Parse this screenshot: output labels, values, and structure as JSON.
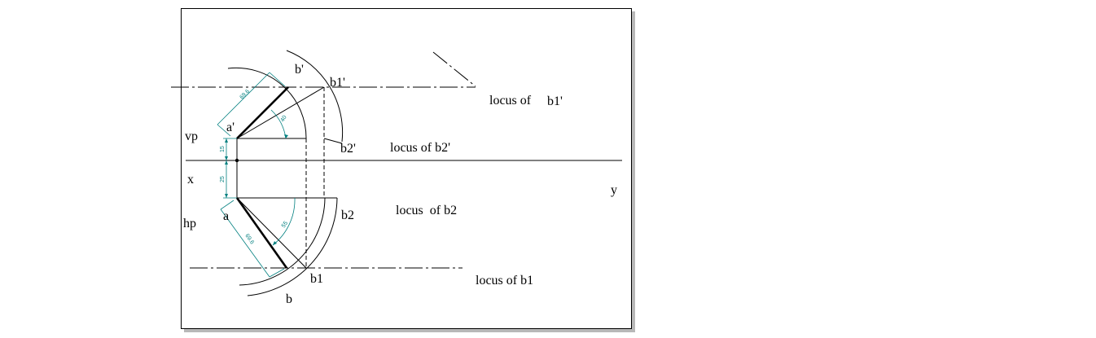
{
  "labels": {
    "b_prime": "b'",
    "b1_prime": "b1'",
    "a_prime": "a'",
    "b2_prime": "b2'",
    "vp": "vp",
    "x": "x",
    "y": "y",
    "hp": "hp",
    "a": "a",
    "b2": "b2",
    "b1": "b1",
    "b": "b",
    "locus_b1_prime_text": "locus of",
    "locus_b1_prime_pt": "b1'",
    "locus_b2_prime": "locus of b2'",
    "locus_b2": "locus  of b2",
    "locus_b1": "locus of b1"
  },
  "dimensions": {
    "above_xy": "15",
    "below_xy": "25",
    "true_length_front": "69.6",
    "true_length_top": "69.6",
    "angle_front": "40",
    "angle_top": "55"
  },
  "colors": {
    "line": "#000000",
    "dimension": "#007f7f"
  }
}
